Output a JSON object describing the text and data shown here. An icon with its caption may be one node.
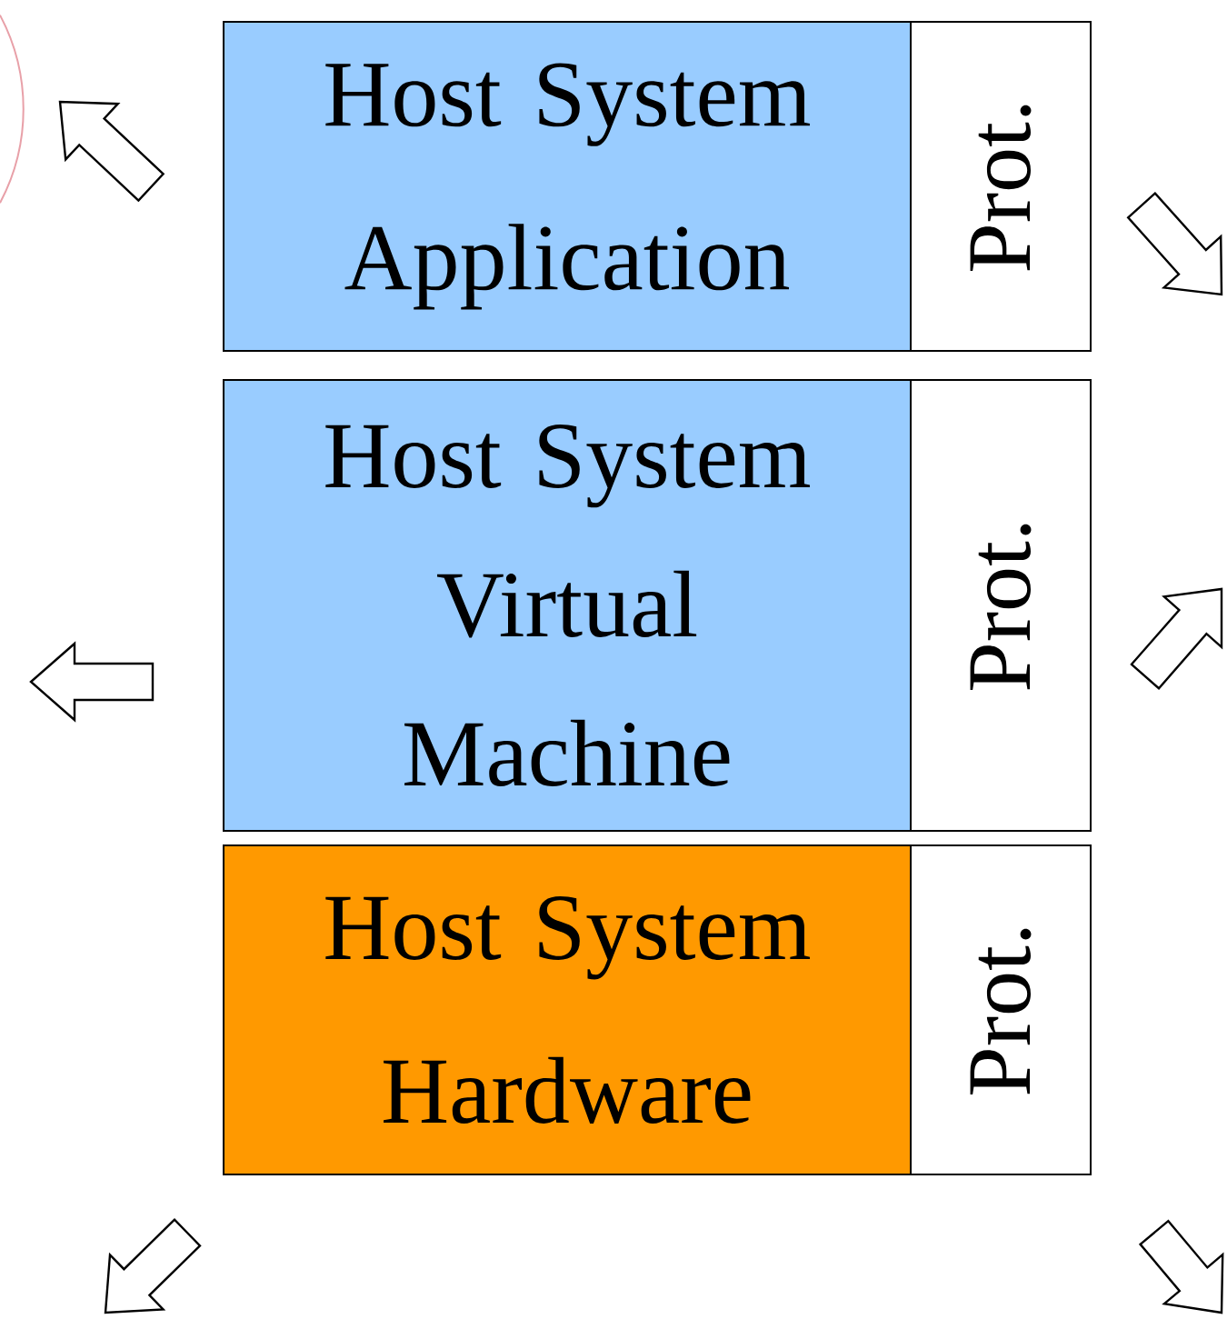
{
  "diagram": {
    "nodes": [
      {
        "text": [
          "Host System Application"
        ]
      },
      {
        "text": [
          "Prot."
        ]
      },
      {
        "text": [
          "Host System Virtual Machine"
        ]
      },
      {
        "text": [
          "Prot."
        ]
      },
      {
        "text": [
          "Host System Hardware"
        ]
      },
      {
        "text": [
          "Prot."
        ]
      }
    ]
  }
}
